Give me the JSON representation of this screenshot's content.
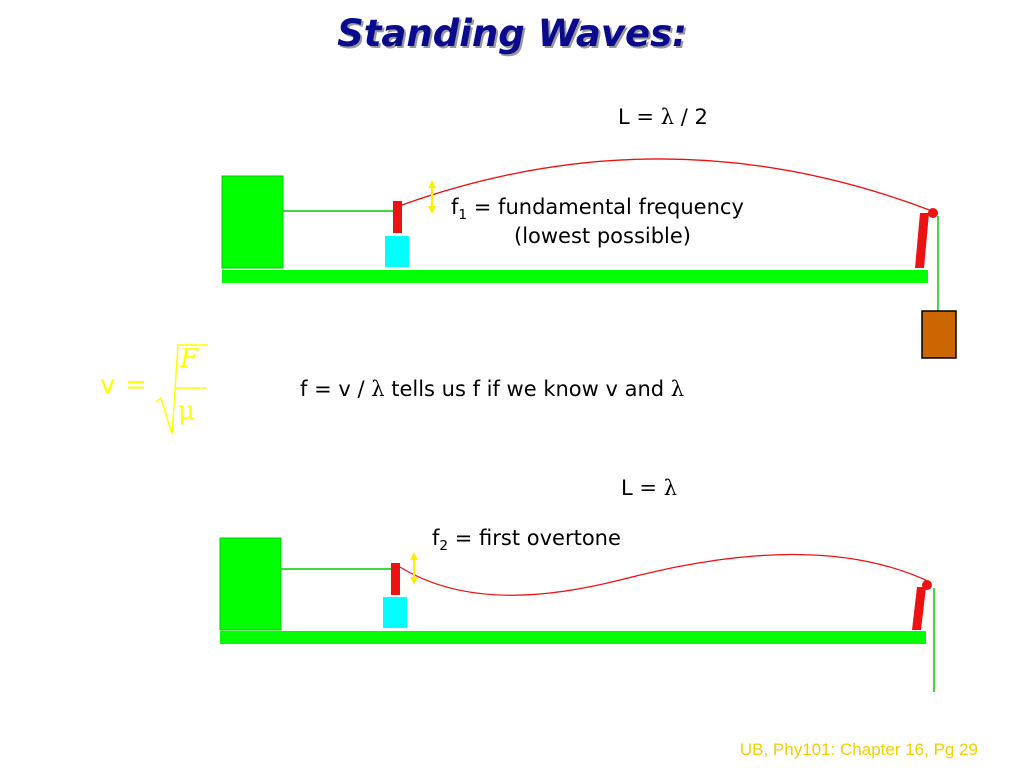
{
  "slide": {
    "title": "Standing Waves:",
    "footer": "UB, Phy101: Chapter 16, Pg 29"
  },
  "top_setup": {
    "length_L": "L",
    "length_eq": "=",
    "length_lambda": "λ",
    "length_rest": "/ 2",
    "f_symbol": "f",
    "f_sub": "1",
    "f_desc": "= fundamental frequency",
    "f_note": "(lowest possible)"
  },
  "middle": {
    "formula_v": "v",
    "formula_eq": "=",
    "formula_F": "F",
    "formula_mu": "μ",
    "relation_prefix": "f = v /",
    "relation_lambda": "λ",
    "relation_text": "tells us f if we know v and",
    "relation_lambda2": "λ"
  },
  "bottom_setup": {
    "length_L": "L",
    "length_eq": "=",
    "length_lambda": "λ",
    "f_symbol": "f",
    "f_sub": "2",
    "f_desc": "= first overtone"
  },
  "colors": {
    "title": "#0a0a8c",
    "base": "#00ff00",
    "oscillator": "#00ff00",
    "bridge": "#00ffff",
    "post": "#ee1111",
    "string": "#ee1111",
    "mass": "#cc6600",
    "arrow": "#ffee00",
    "formula": "#ffff00",
    "footer": "#f0d000"
  }
}
